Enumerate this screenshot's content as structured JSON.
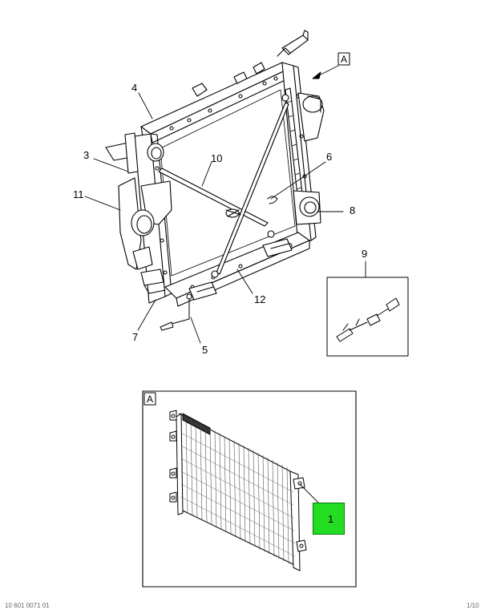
{
  "diagram": {
    "callouts": {
      "c1": "1",
      "c3": "3",
      "c4": "4",
      "c5": "5",
      "c6": "6",
      "c7": "7",
      "c8": "8",
      "c9": "9",
      "c10": "10",
      "c11": "11",
      "c12": "12"
    },
    "view_labels": {
      "top": "A",
      "detail": "A"
    },
    "highlight_color": "#22dd22"
  },
  "footer": {
    "left": "10 601 0071 01",
    "right": "1/10"
  }
}
